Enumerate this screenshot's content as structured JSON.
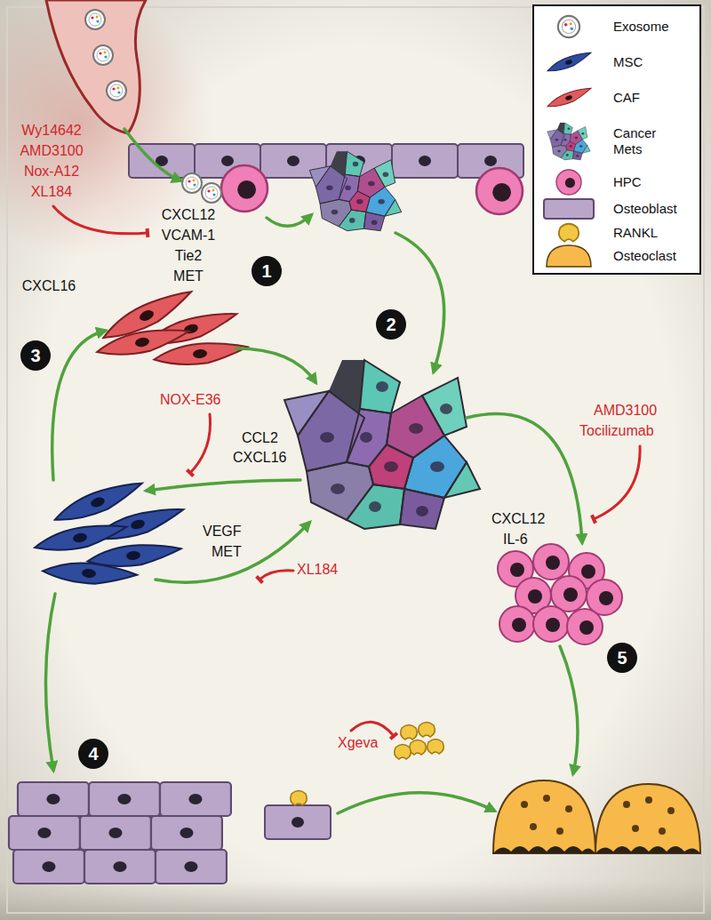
{
  "diagram": {
    "labels": [
      "Wy14642",
      "AMD3100",
      "Nox-A12",
      "XL184",
      "CXCL12",
      "VCAM-1",
      "Tie2",
      "MET",
      "1",
      "2",
      "CXCL16",
      "3",
      "NOX-E36",
      "CCL2",
      "CXCL16",
      "VEGF",
      "MET",
      "XL184",
      "AMD3100",
      "Tocilizumab",
      "CXCL12",
      "IL-6",
      "Xgeva",
      "4",
      "5"
    ],
    "legend": [
      {
        "text": "Exosome"
      },
      {
        "text": "MSC"
      },
      {
        "text": "CAF"
      },
      {
        "text": "Cancer Mets"
      },
      {
        "text": "HPC"
      },
      {
        "text": "Osteoblast"
      },
      {
        "text": "RANKL"
      },
      {
        "text": "Osteoclast"
      }
    ]
  }
}
